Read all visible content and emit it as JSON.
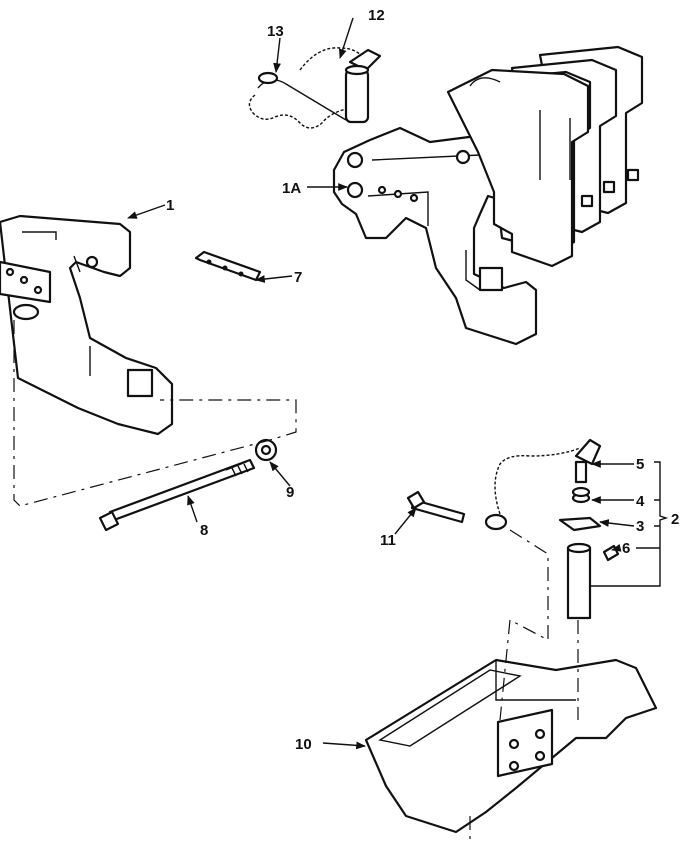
{
  "callouts": {
    "c1": "1",
    "c1a": "1A",
    "c2": "2",
    "c3": "3",
    "c4": "4",
    "c5": "5",
    "c6": "6",
    "c7": "7",
    "c8": "8",
    "c9": "9",
    "c10": "10",
    "c11": "11",
    "c12": "12",
    "c13": "13"
  }
}
